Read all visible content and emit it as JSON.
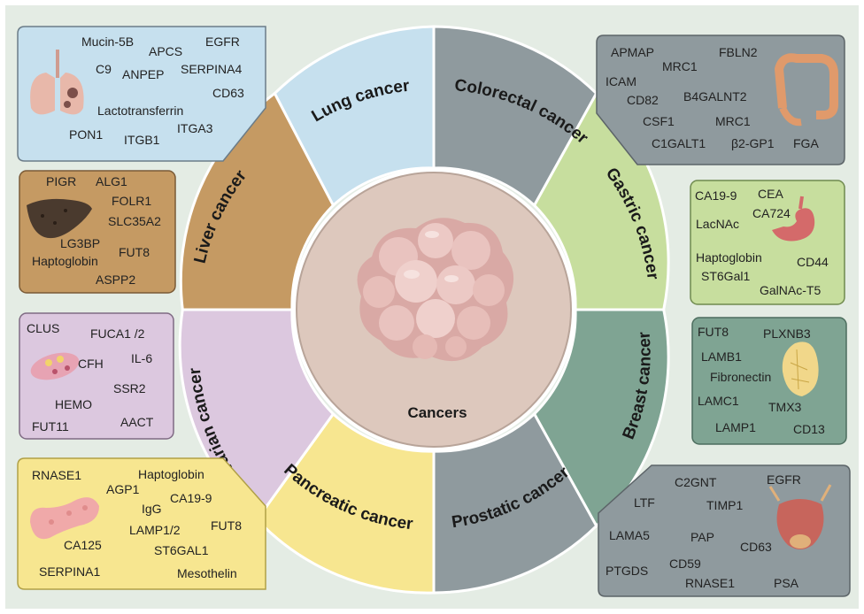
{
  "center": {
    "label": "Cancers"
  },
  "colors": {
    "background": "#e4ece4",
    "lung": "#c6e0ee",
    "colorectal": "#8f9a9e",
    "gastric": "#c7de9e",
    "breast": "#7fa493",
    "prostatic": "#8f9a9e",
    "pancreatic": "#f7e690",
    "ovarian": "#dcc8df",
    "liver": "#c59a63",
    "hub": "#ddc8bd",
    "tumor": "#e8c6c0"
  },
  "sectors": {
    "lung": "Lung cancer",
    "colorectal": "Colorectal cancer",
    "gastric": "Gastric cancer",
    "breast": "Breast cancer",
    "prostatic": "Prostatic cancer",
    "pancreatic": "Pancreatic cancer",
    "ovarian": "Ovarian cancer",
    "liver": "Liver cancer"
  },
  "boxes": {
    "lung": {
      "organ_icon": "lungs-icon",
      "items": [
        "Mucin-5B",
        "APCS",
        "EGFR",
        "C9",
        "ANPEP",
        "SERPINA4",
        "CD63",
        "Lactotransferrin",
        "PON1",
        "ITGB1",
        "ITGA3"
      ]
    },
    "colorectal": {
      "organ_icon": "colon-icon",
      "items": [
        "APMAP",
        "MRC1",
        "FBLN2",
        "ICAM",
        "CD82",
        "B4GALNT2",
        "CSF1",
        "MRC1",
        "C1GALT1",
        "β2-GP1",
        "FGA"
      ]
    },
    "liver": {
      "organ_icon": "liver-icon",
      "items": [
        "PIGR",
        "ALG1",
        "FOLR1",
        "SLC35A2",
        "LG3BP",
        "FUT8",
        "Haptoglobin",
        "ASPP2"
      ]
    },
    "gastric": {
      "organ_icon": "stomach-icon",
      "items": [
        "CA19-9",
        "CEA",
        "CA724",
        "LacNAc",
        "Haptoglobin",
        "CD44",
        "ST6Gal1",
        "GalNAc-T5"
      ]
    },
    "ovarian": {
      "organ_icon": "ovary-icon",
      "items": [
        "CLUS",
        "FUCA1 /2",
        "CFH",
        "IL-6",
        "SSR2",
        "HEMO",
        "FUT11",
        "AACT"
      ]
    },
    "breast": {
      "organ_icon": "breast-tissue-icon",
      "items": [
        "FUT8",
        "PLXNB3",
        "LAMB1",
        "Fibronectin",
        "LAMC1",
        "TMX3",
        "LAMP1",
        "CD13"
      ]
    },
    "pancreatic": {
      "organ_icon": "pancreas-icon",
      "items": [
        "RNASE1",
        "Haptoglobin",
        "AGP1",
        "CA19-9",
        "IgG",
        "FUT8",
        "LAMP1/2",
        "CA125",
        "ST6GAL1",
        "SERPINA1",
        "Mesothelin"
      ]
    },
    "prostatic": {
      "organ_icon": "prostate-bladder-icon",
      "items": [
        "C2GNT",
        "EGFR",
        "LTF",
        "TIMP1",
        "LAMA5",
        "PAP",
        "CD63",
        "PTGDS",
        "CD59",
        "RNASE1",
        "PSA"
      ]
    }
  }
}
